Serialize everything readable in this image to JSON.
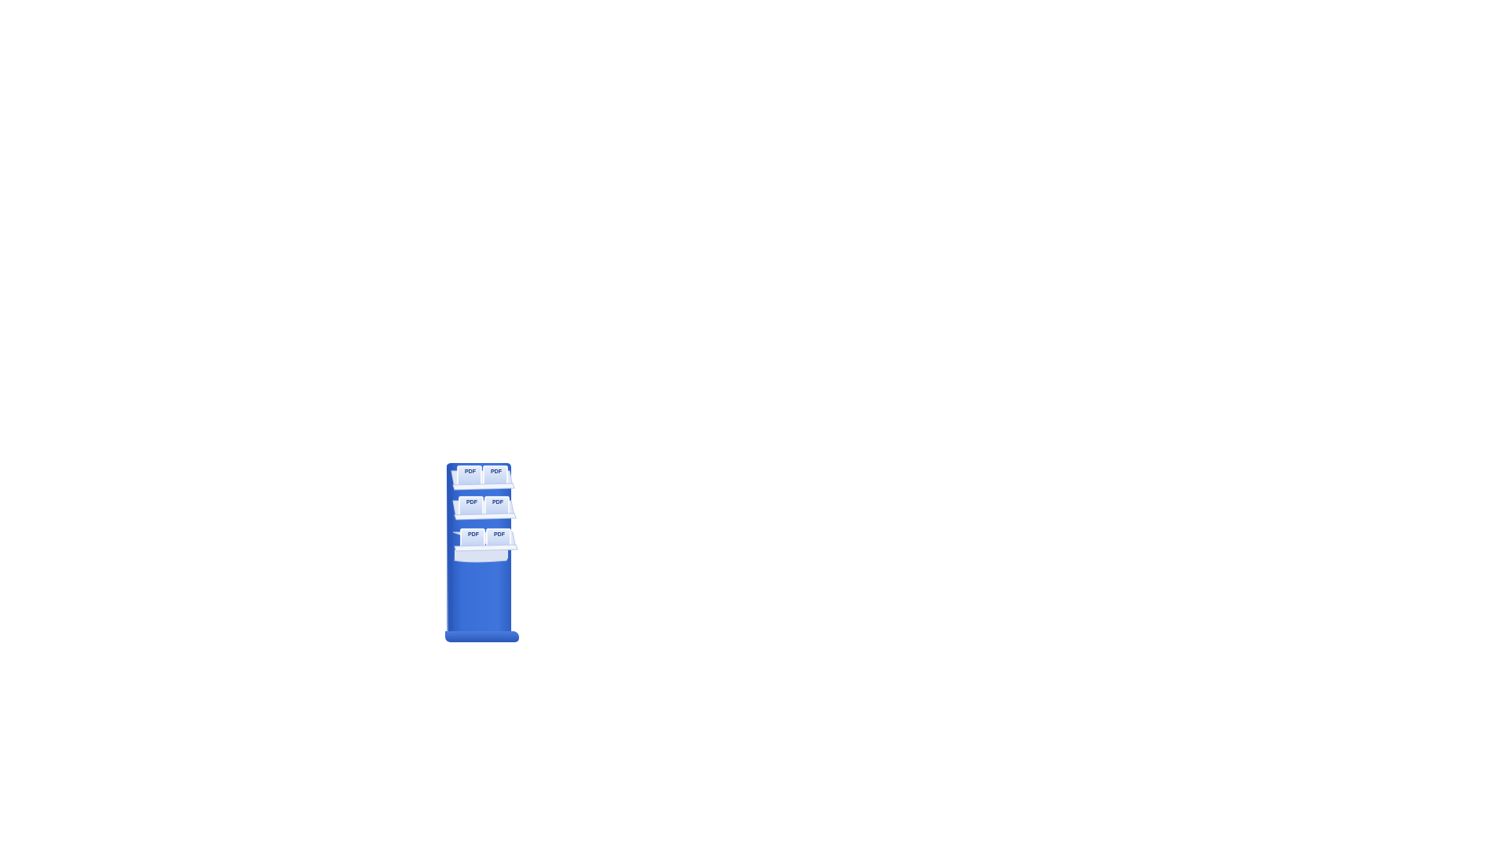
{
  "illustration": {
    "name": "brochure-stand",
    "colors": {
      "background": "#ffffff",
      "stand_body": "#3a6fd8",
      "stand_dark": "#2a56b8",
      "stand_light": "#5a8ae6",
      "tray": "#dfe7f6",
      "tray_edge": "#b9c8e8",
      "document": "#ffffff",
      "document_cover": "#cddcf6",
      "label": "#1d3a8a"
    },
    "shelves": [
      {
        "documents": [
          {
            "label": "PDF"
          },
          {
            "label": "PDF"
          }
        ]
      },
      {
        "documents": [
          {
            "label": "PDF"
          },
          {
            "label": "PDF"
          }
        ]
      },
      {
        "documents": [
          {
            "label": "PDF"
          },
          {
            "label": "PDF"
          }
        ]
      }
    ]
  }
}
